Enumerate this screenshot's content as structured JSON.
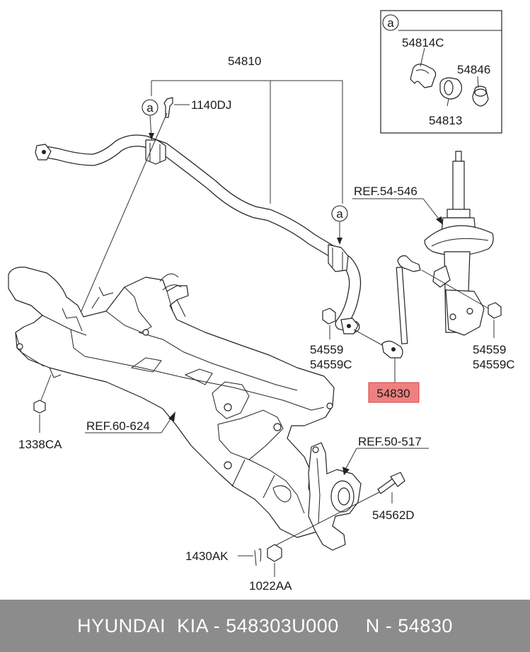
{
  "callouts": {
    "a_top": "a",
    "a_mid": "a",
    "a_inset": "a"
  },
  "labels": {
    "stabilizer_bar": "54810",
    "bolt_top": "1140DJ",
    "bushing": "54814C",
    "bushing_inner": "54813",
    "bracket_ring": "54846",
    "ref_strut": "REF.54-546",
    "nut_left": "54559",
    "nut_left_c": "54559C",
    "nut_right": "54559",
    "nut_right_c": "54559C",
    "link": "54830",
    "ref_subframe": "REF.60-624",
    "bolt_subframe": "1338CA",
    "ref_knuckle": "REF.50-517",
    "bolt_knuckle": "54562D",
    "cotter_pin": "1430AK",
    "castle_nut": "1022AA"
  },
  "highlight_color": "#f08080",
  "footer": {
    "brand": "HYUNDAI  KIA - 548303U000",
    "part": "N - 54830"
  }
}
